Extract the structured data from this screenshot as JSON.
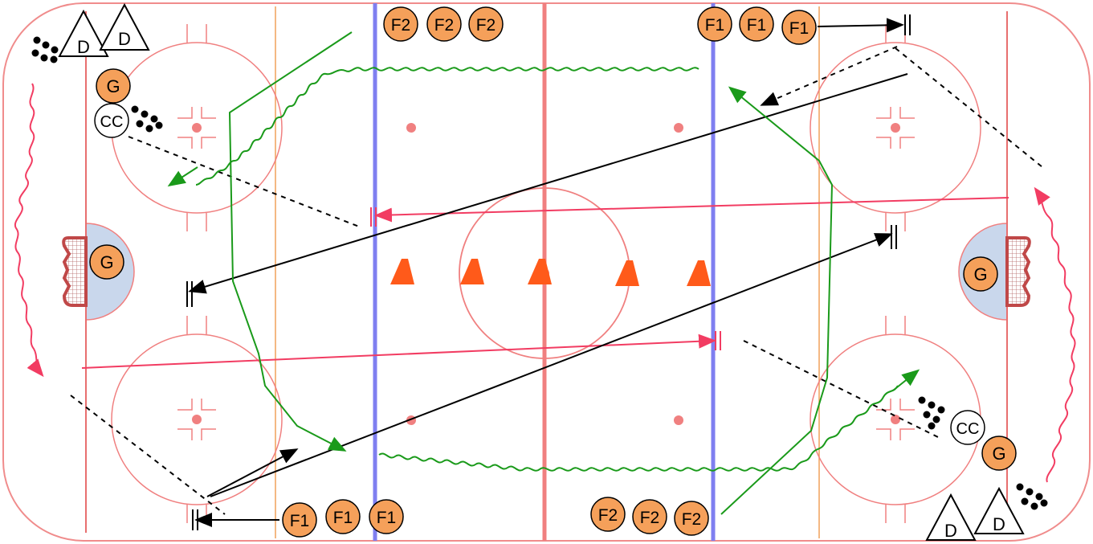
{
  "colors": {
    "board": "#f08c8c",
    "red_line": "#f08080",
    "blue_line": "#7f7ff0",
    "goal_line": "#e86f6f",
    "accent_line": "#f0a05a",
    "crease": "#c9d7ec",
    "player_fill": "#f5a05a",
    "coach_fill": "#ffffff",
    "cone": "#ff5a1a",
    "pass_black": "#000000",
    "pass_pink": "#f23c62",
    "skate_green": "#1a9a1a"
  },
  "players": {
    "f2_top": [
      "F2",
      "F2",
      "F2"
    ],
    "f1_top": [
      "F1",
      "F1",
      "F1"
    ],
    "f1_bottom": [
      "F1",
      "F1",
      "F1"
    ],
    "f2_bottom": [
      "F2",
      "F2",
      "F2"
    ],
    "goalies": [
      "G",
      "G",
      "G",
      "G"
    ],
    "coaches": [
      "CC",
      "CC"
    ],
    "defense": [
      "D",
      "D",
      "D",
      "D"
    ]
  },
  "icons": {
    "player": "circle-player-icon",
    "coach": "circle-coach-icon",
    "defense": "triangle-defense-icon",
    "cone": "cone-icon",
    "puck_pile": "puck-pile-icon",
    "pass_target": "pass-target-icon",
    "goal_net": "goal-net-icon"
  }
}
